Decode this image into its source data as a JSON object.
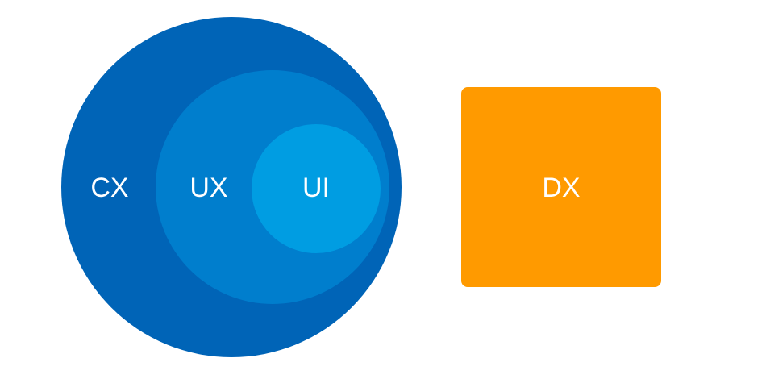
{
  "diagram": {
    "nested_circles": [
      {
        "id": "cx",
        "label": "CX",
        "color": "#0064b7"
      },
      {
        "id": "ux",
        "label": "UX",
        "color": "#007ecd"
      },
      {
        "id": "ui",
        "label": "UI",
        "color": "#009de2"
      }
    ],
    "square": {
      "id": "dx",
      "label": "DX",
      "color": "#ff9a00"
    }
  }
}
